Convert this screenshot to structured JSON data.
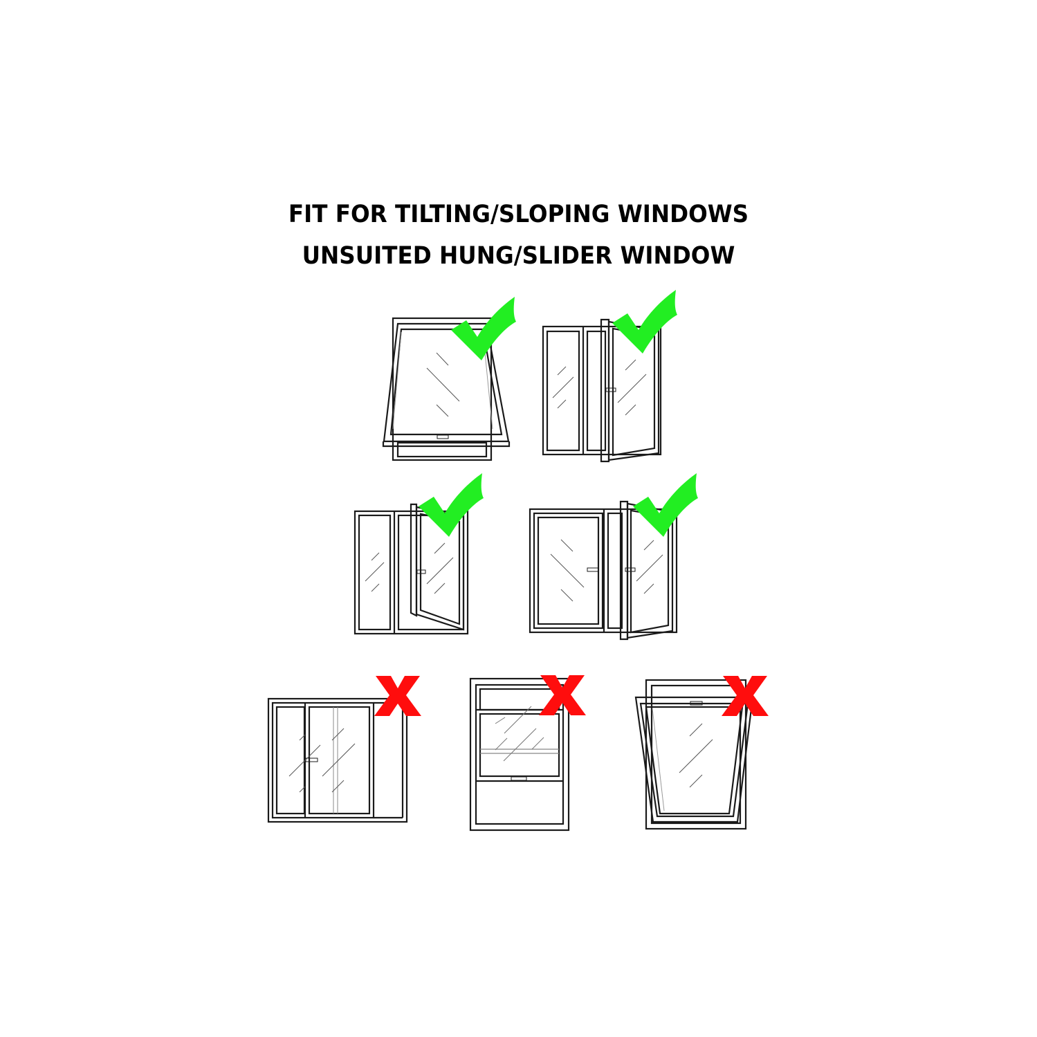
{
  "headline": {
    "line1": "FIT FOR TILTING/SLOPING WINDOWS",
    "line2": "UNSUITED HUNG/SLIDER WINDOW"
  },
  "colors": {
    "suitable_mark": "#22ee22",
    "unsuitable_mark": "#ff0d0d",
    "frame_stroke": "#1a1a1a",
    "glass_stroke": "#777777",
    "background": "#ffffff"
  },
  "windows": [
    {
      "id": "top-hung-tilt",
      "type": "tilt window (top opening, sloping sash)",
      "mark": "check-icon",
      "suitable": true
    },
    {
      "id": "casement-triple",
      "type": "casement window with side-hung sash, 3 panes",
      "mark": "check-icon",
      "suitable": true
    },
    {
      "id": "casement-double-narrow",
      "type": "casement window with side-hung sash, 2 panes",
      "mark": "check-icon",
      "suitable": true
    },
    {
      "id": "casement-double-wide",
      "type": "double casement window with opening sash",
      "mark": "check-icon",
      "suitable": true
    },
    {
      "id": "horizontal-slider",
      "type": "horizontal sliding window",
      "mark": "x-icon",
      "suitable": false
    },
    {
      "id": "vertical-hung",
      "type": "single/double hung window",
      "mark": "x-icon",
      "suitable": false
    },
    {
      "id": "bottom-hung-hopper",
      "type": "bottom hinged hopper window",
      "mark": "x-icon",
      "suitable": false
    }
  ]
}
